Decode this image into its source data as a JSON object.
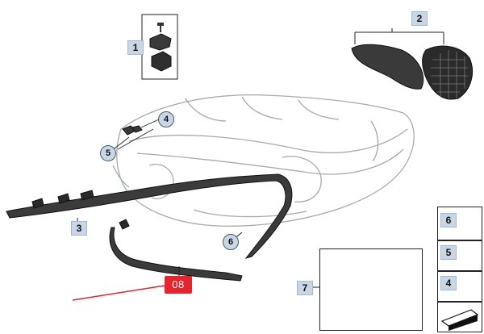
{
  "callouts": {
    "part_1": "1",
    "part_2": "2",
    "part_3": "3",
    "part_4": "4",
    "part_5": "5",
    "part_6": "6",
    "part_7": "7"
  },
  "side_panel": {
    "row_a": "6",
    "row_b": "5",
    "row_c": "4"
  },
  "highlight": {
    "label": "08",
    "color": "#e8232c"
  },
  "colors": {
    "tag_fill": "#c9d6e6",
    "line": "#222222",
    "outline_gray": "#9aa0a6"
  }
}
